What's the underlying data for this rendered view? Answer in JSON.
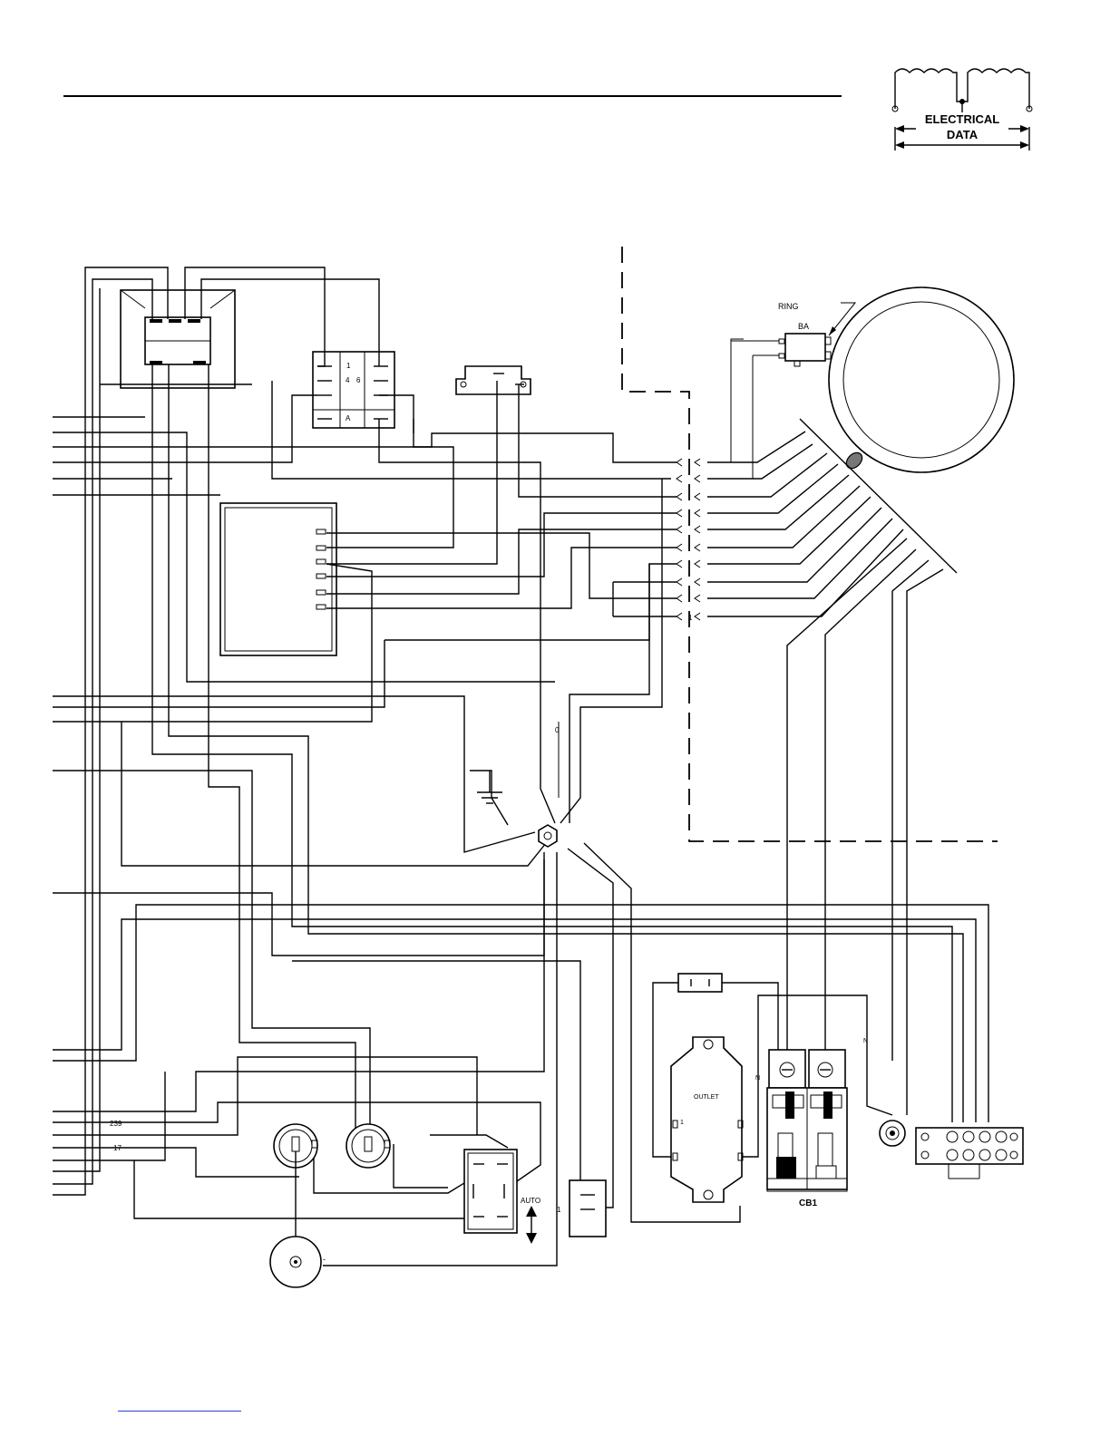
{
  "header": {
    "badge_line1": "ELECTRICAL",
    "badge_line2": "DATA"
  },
  "labels": {
    "ring": "RING",
    "ba": "BA",
    "relay_1": "1",
    "relay_4": "4",
    "relay_6": "6",
    "relay_a": "A",
    "junction_0": "0",
    "connector_1": "1",
    "outlet": "OUTLET",
    "outlet_1": "1",
    "outlet_n": "N",
    "neutral_n": "N",
    "cb1": "CB1",
    "auto": "AUTO",
    "wire_239": "239",
    "wire_17": "17",
    "switch_1": "1",
    "meter_minus": "-"
  },
  "colors": {
    "ink": "#000000",
    "link_line": "#2a3fd0"
  }
}
